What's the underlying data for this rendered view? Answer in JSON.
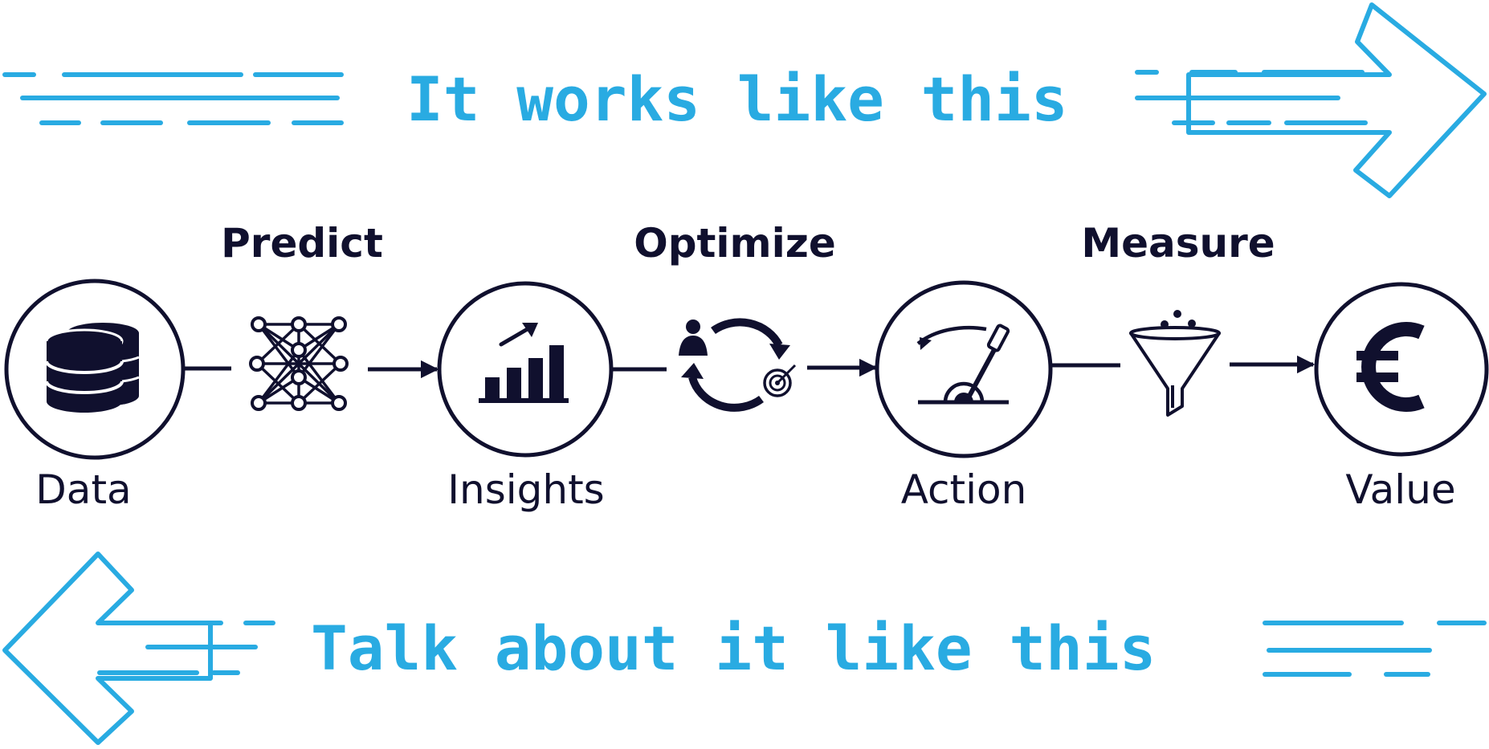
{
  "headlines": {
    "top": "It works like this",
    "bottom": "Talk about it like this"
  },
  "steps": [
    "Predict",
    "Optimize",
    "Measure"
  ],
  "nodes": [
    "Data",
    "Insights",
    "Action",
    "Value"
  ],
  "node_icons": [
    "database-icon",
    "bar-chart-icon",
    "lever-icon",
    "euro-icon"
  ],
  "step_icons": [
    "neural-network-icon",
    "optimize-cycle-icon",
    "funnel-icon"
  ],
  "colors": {
    "accent": "#29abe2",
    "ink": "#10102e"
  }
}
